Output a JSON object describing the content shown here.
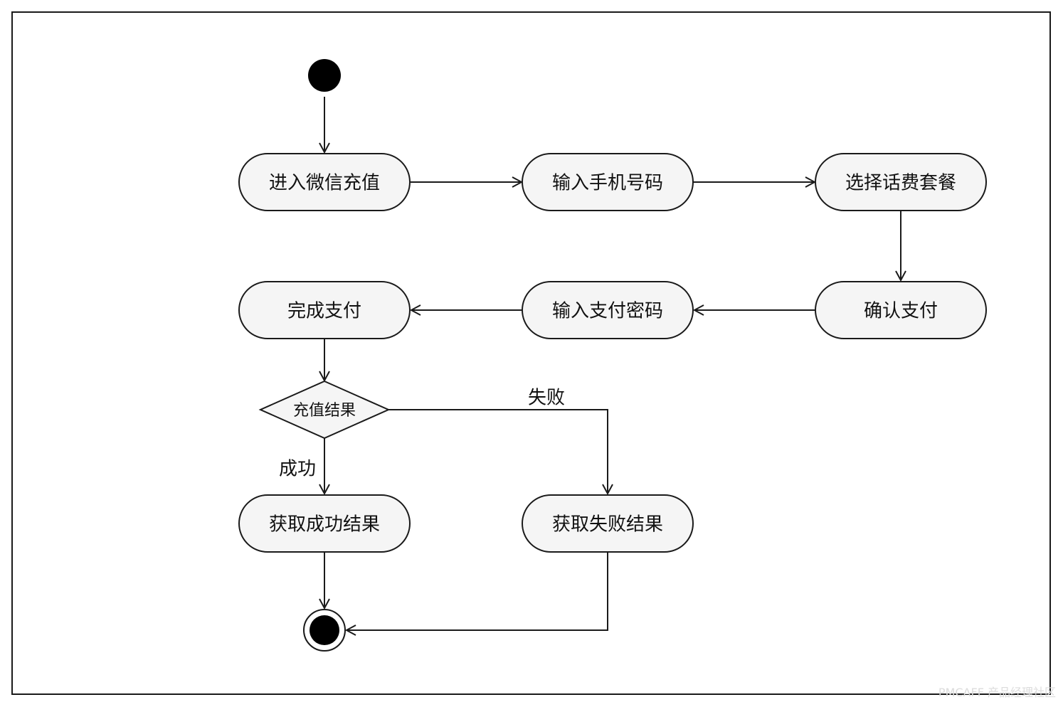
{
  "diagram": {
    "nodes": {
      "n1": "进入微信充值",
      "n2": "输入手机号码",
      "n3": "选择话费套餐",
      "n4": "确认支付",
      "n5": "输入支付密码",
      "n6": "完成支付",
      "decision": "充值结果",
      "success_result": "获取成功结果",
      "fail_result": "获取失败结果"
    },
    "edge_labels": {
      "fail": "失败",
      "success": "成功"
    },
    "watermark": "PMCAFF 产品经理社区"
  }
}
